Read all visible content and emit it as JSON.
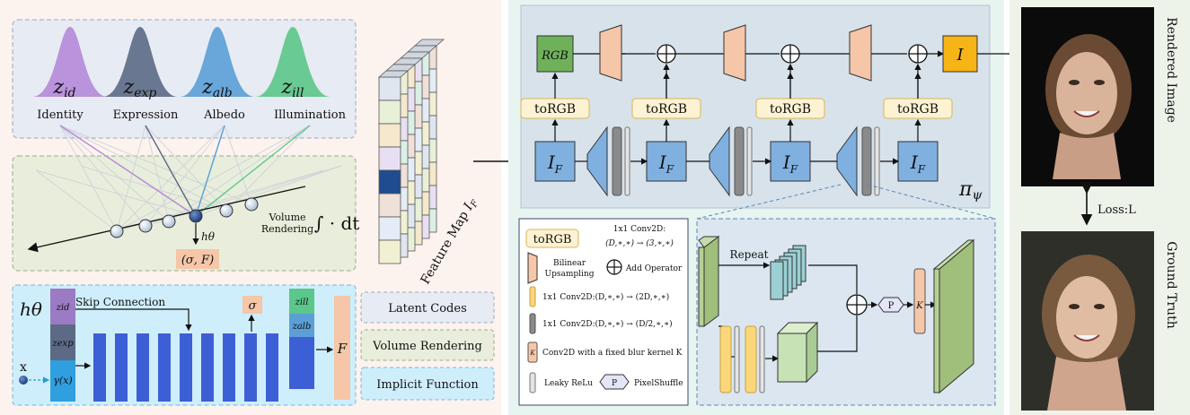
{
  "latents": {
    "z_id": {
      "sym": "z",
      "sub": "id",
      "label": "Identity",
      "color": "#b48ad8"
    },
    "z_exp": {
      "sym": "z",
      "sub": "exp",
      "label": "Expression",
      "color": "#5c6a86"
    },
    "z_alb": {
      "sym": "z",
      "sub": "alb",
      "label": "Albedo",
      "color": "#5b9fd6"
    },
    "z_ill": {
      "sym": "z",
      "sub": "ill",
      "label": "Illumination",
      "color": "#5bc78a"
    }
  },
  "volume": {
    "title_line1": "Volume",
    "title_line2": "Rendering",
    "integral": "∫ · dt",
    "h_theta": "hθ",
    "sigma_f": "(σ, F)"
  },
  "feature_map": {
    "label": "Feature Map",
    "sym": "I",
    "sub": "F"
  },
  "implicit": {
    "h_theta": "hθ",
    "skip_connection": "Skip Connection",
    "z_id": "zid",
    "z_exp": "zexp",
    "z_ill": "zill",
    "z_alb": "zalb",
    "input_x": "x",
    "gamma_x": "γ(x)",
    "sigma": "σ",
    "f_out": "F"
  },
  "legend_left": {
    "latent_codes": "Latent Codes",
    "volume_rendering": "Volume Rendering",
    "implicit_function": "Implicit Function"
  },
  "generator": {
    "rgb": "RGB",
    "to_rgb": "toRGB",
    "i_f": "IF",
    "out_i": "I",
    "pi_psi": "πψ",
    "plus": "+"
  },
  "legend_right": {
    "to_rgb": "toRGB",
    "to_rgb_desc_1": "1x1 Conv2D:",
    "to_rgb_desc_2": "(D,∗,∗) → (3,∗,∗)",
    "upsampling_1": "Bilinear",
    "upsampling_2": "Upsampling",
    "add_operator": "Add Operator",
    "conv_yellow": "1x1 Conv2D:(D,∗,∗) → (2D,∗,∗)",
    "conv_gray": "1x1 Conv2D:(D,∗,∗) → (D/2,∗,∗)",
    "conv_blur": "Conv2D with a fixed blur kernel K",
    "k_symbol": "K",
    "leaky_relu": "Leaky ReLu",
    "pixel_shuffle": "PixelShuffle",
    "p_symbol": "P"
  },
  "detail": {
    "repeat": "Repeat",
    "p": "P",
    "k": "K"
  },
  "right": {
    "rendered": "Rendered Image",
    "loss": "Loss:L",
    "ground_truth": "Ground Truth"
  }
}
